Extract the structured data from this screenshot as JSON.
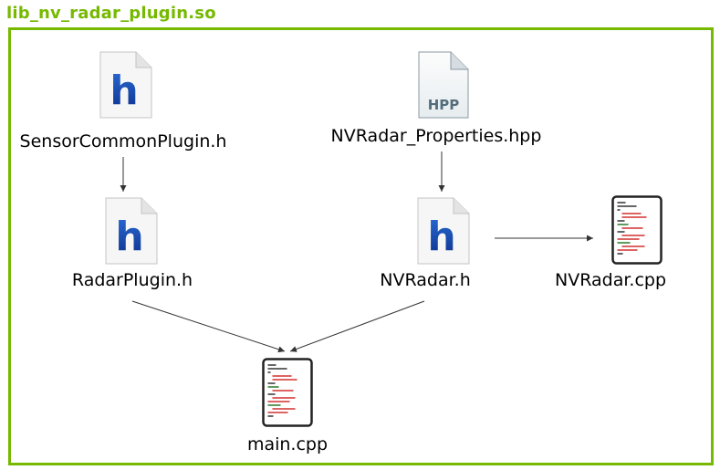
{
  "module": {
    "title": "lib_nv_radar_plugin.so",
    "accent_color": "#76b900"
  },
  "files": {
    "sensor_common_plugin_h": {
      "label": "SensorCommonPlugin.h",
      "icon": "h-header-file-icon"
    },
    "nvradar_properties_hpp": {
      "label": "NVRadar_Properties.hpp",
      "icon": "hpp-file-icon",
      "icon_text": "HPP"
    },
    "radar_plugin_h": {
      "label": "RadarPlugin.h",
      "icon": "h-header-file-icon"
    },
    "nvradar_h": {
      "label": "NVRadar.h",
      "icon": "h-header-file-icon"
    },
    "nvradar_cpp": {
      "label": "NVRadar.cpp",
      "icon": "cpp-source-file-icon"
    },
    "main_cpp": {
      "label": "main.cpp",
      "icon": "cpp-source-file-icon"
    }
  },
  "edges": [
    {
      "from": "SensorCommonPlugin.h",
      "to": "RadarPlugin.h"
    },
    {
      "from": "NVRadar_Properties.hpp",
      "to": "NVRadar.h"
    },
    {
      "from": "NVRadar.h",
      "to": "NVRadar.cpp"
    },
    {
      "from": "RadarPlugin.h",
      "to": "main.cpp"
    },
    {
      "from": "NVRadar.h",
      "to": "main.cpp"
    }
  ]
}
